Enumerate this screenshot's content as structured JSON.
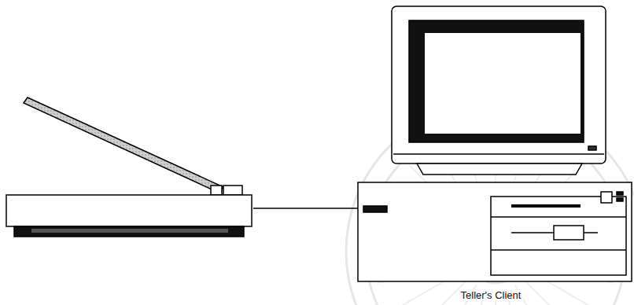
{
  "diagram": {
    "nodes": [
      {
        "text": [
          "Scanner"
        ]
      },
      {
        "text": [
          "Teller's Client"
        ]
      }
    ],
    "edges": [
      {
        "from": 0,
        "to": 1,
        "arrow": "none"
      }
    ]
  }
}
